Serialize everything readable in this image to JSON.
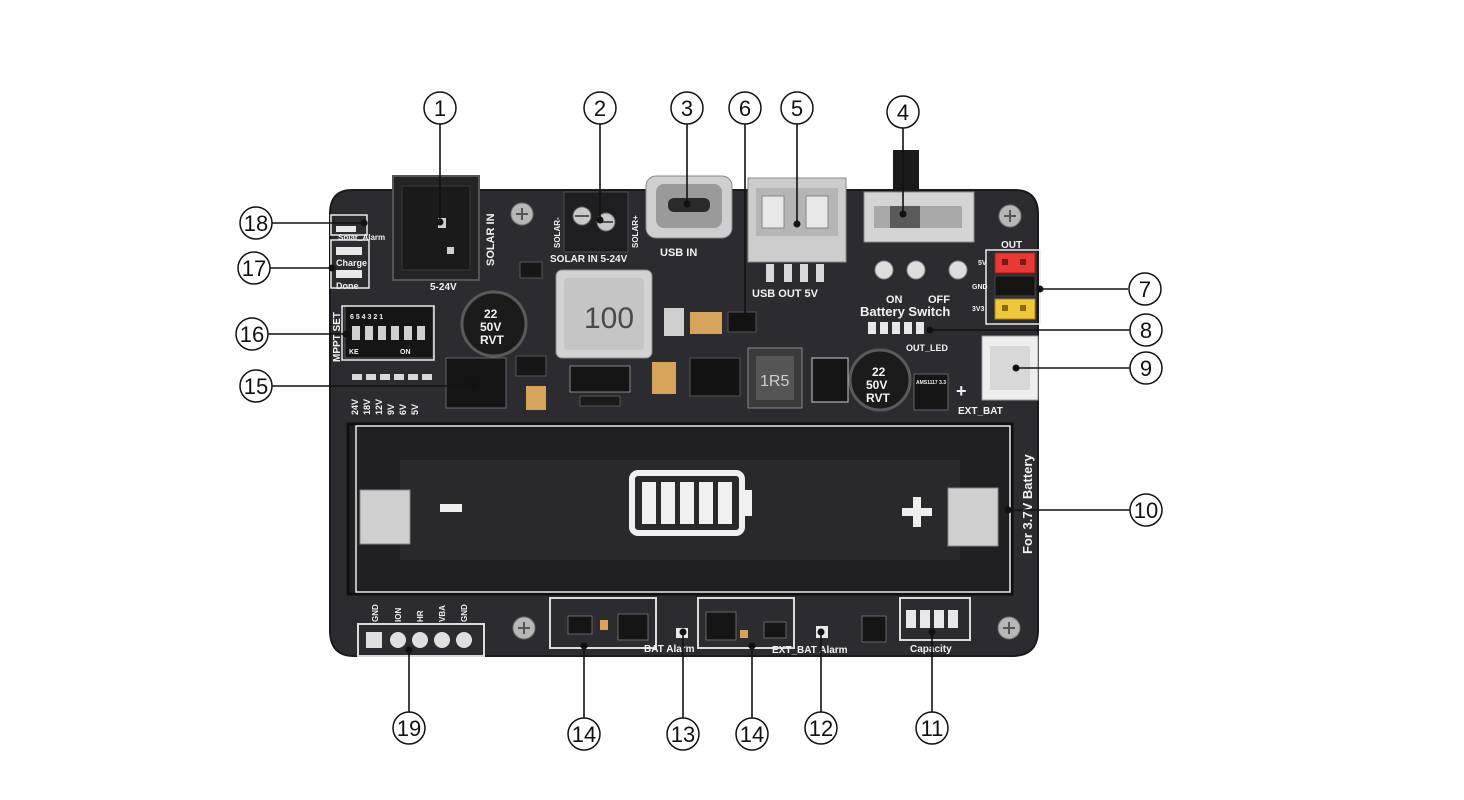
{
  "callouts": [
    {
      "num": "1"
    },
    {
      "num": "2"
    },
    {
      "num": "3"
    },
    {
      "num": "4"
    },
    {
      "num": "5"
    },
    {
      "num": "6"
    },
    {
      "num": "7"
    },
    {
      "num": "8"
    },
    {
      "num": "9"
    },
    {
      "num": "10"
    },
    {
      "num": "11"
    },
    {
      "num": "12"
    },
    {
      "num": "13"
    },
    {
      "num": "14"
    },
    {
      "num": "14"
    },
    {
      "num": "15"
    },
    {
      "num": "16"
    },
    {
      "num": "17"
    },
    {
      "num": "18"
    },
    {
      "num": "19"
    }
  ],
  "silkscreen": {
    "solar_in_vertical": "SOLAR IN",
    "solar_range": "5-24V",
    "solar_minus": "SOLAR-",
    "solar_plus": "SOLAR+",
    "terminal_label": "SOLAR IN 5-24V",
    "usb_in": "USB IN",
    "usb_out": "USB OUT 5V",
    "out": "OUT",
    "on": "ON",
    "off": "OFF",
    "battery_switch": "Battery  Switch",
    "out_led": "OUT_LED",
    "ext_bat": "EXT_BAT",
    "for_battery": "For 3.7V Battery",
    "solar_alarm": "Solar_Alarm",
    "charge": "Charge",
    "done": "Done",
    "mppt_set": "MPPT SET",
    "dip_numbers": "6 5 4 3 2 1",
    "dip_on": "ON",
    "dip_ke": "KE",
    "volt_24": "24V",
    "volt_18": "18V",
    "volt_12": "12V",
    "volt_9": "9V",
    "volt_6": "6V",
    "volt_5": "5V",
    "inductor_code": "100",
    "inductor2_code": "1R5",
    "cap_value": "22",
    "cap_voltage": "50V",
    "cap_series": "RVT",
    "reg_label": "AMS1117 3.3",
    "out_5v": "5V",
    "out_gnd": "GND",
    "out_3v3": "3V3",
    "bat_alarm": "BAT Alarm",
    "ext_bat_alarm": "EXT_BAT Alarm",
    "capacity": "Capacity",
    "header_pins": [
      "GND",
      "ION",
      "HR",
      "VBA",
      "GND"
    ]
  },
  "colors": {
    "board": "#2b2b2f",
    "silkscreen": "#f2f2f2",
    "header_red": "#e83a35",
    "header_yellow": "#f0c63a"
  }
}
